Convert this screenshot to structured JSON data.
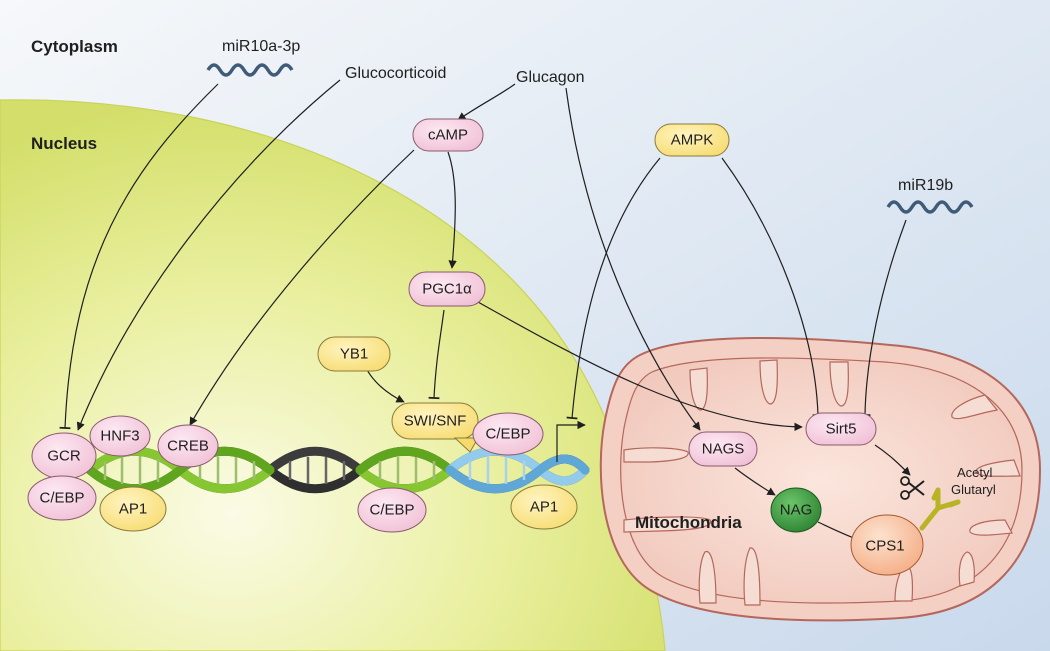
{
  "regions": {
    "cytoplasm": "Cytoplasm",
    "nucleus": "Nucleus",
    "mitochondria": "Mitochondria"
  },
  "signals": {
    "mir10a": "miR10a-3p",
    "glucocorticoid": "Glucocorticoid",
    "glucagon": "Glucagon",
    "mir19b": "miR19b"
  },
  "nodes": {
    "camp": "cAMP",
    "ampk": "AMPK",
    "pgc1a": "PGC1α",
    "yb1": "YB1",
    "swisnf": "SWI/SNF",
    "cebp_top": "C/EBP",
    "gcr": "GCR",
    "hnf3": "HNF3",
    "creb": "CREB",
    "cebp_left": "C/EBP",
    "ap1_left": "AP1",
    "cebp_mid": "C/EBP",
    "ap1_right": "AP1",
    "nags": "NAGS",
    "nag": "NAG",
    "sirt5": "Sirt5",
    "cps1": "CPS1",
    "acetyl": "Acetyl",
    "glutaryl": "Glutaryl"
  },
  "colors": {
    "pink_node": "#f5cfe0",
    "yellow_node": "#fbe58a",
    "green_node": "#3a9a3a",
    "cps1_node": "#f7b98f",
    "nucleus_fill": "#dfe88a",
    "mito_outer": "#f3d3c8",
    "mito_border": "#b5675c",
    "dna_green": "#7cbf2b",
    "dna_dark": "#3c3c3c",
    "dna_blue": "#8fc6e8"
  }
}
